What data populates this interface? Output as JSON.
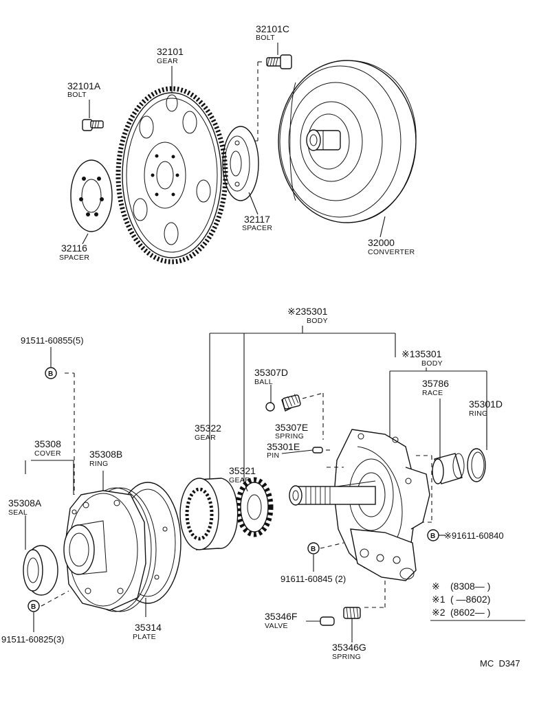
{
  "labels": {
    "bolt_32101c": {
      "number": "32101C",
      "name": "BOLT"
    },
    "gear_32101": {
      "number": "32101",
      "name": "GEAR"
    },
    "bolt_32101a": {
      "number": "32101A",
      "name": "BOLT"
    },
    "spacer_32117": {
      "number": "32117",
      "name": "SPACER"
    },
    "spacer_32116": {
      "number": "32116",
      "name": "SPACER"
    },
    "converter_32000": {
      "number": "32000",
      "name": "CONVERTER"
    },
    "body_2_35301": {
      "mark": "※2",
      "number": "35301",
      "name": "BODY"
    },
    "body_1_35301": {
      "mark": "※1",
      "number": "35301",
      "name": "BODY"
    },
    "bolt_91511_60855": {
      "number": "91511-60855(5)"
    },
    "ball_35307d": {
      "number": "35307D",
      "name": "BALL"
    },
    "race_35786": {
      "number": "35786",
      "name": "RACE"
    },
    "ring_35301d": {
      "number": "35301D",
      "name": "RING"
    },
    "gear_35322": {
      "number": "35322",
      "name": "GEAR"
    },
    "spring_35307e": {
      "number": "35307E",
      "name": "SPRING"
    },
    "pin_35301e": {
      "number": "35301E",
      "name": "PIN"
    },
    "cover_35308": {
      "number": "35308",
      "name": "COVER"
    },
    "ring_35308b": {
      "number": "35308B",
      "name": "RING"
    },
    "gear_35321": {
      "number": "35321",
      "name": "GEAR"
    },
    "seal_35308a": {
      "number": "35308A",
      "name": "SEAL"
    },
    "bolt_91611_60840": {
      "number": "※91611-60840"
    },
    "bolt_91611_60845": {
      "number": "91611-60845  (2)"
    },
    "valve_35346f": {
      "number": "35346F",
      "name": "VALVE"
    },
    "spring_35346g": {
      "number": "35346G",
      "name": "SPRING"
    },
    "plate_35314": {
      "number": "35314",
      "name": "PLATE"
    },
    "bolt_91511_60825": {
      "number": "91511-60825(3)"
    }
  },
  "bolt_marker": "B",
  "legend": {
    "rows": [
      {
        "mark": "※",
        "range": "(8308—        )"
      },
      {
        "mark": "※1",
        "range": "(         —8602)"
      },
      {
        "mark": "※2",
        "range": "(8602—        )"
      }
    ]
  },
  "diagram_code": "MC  D347"
}
